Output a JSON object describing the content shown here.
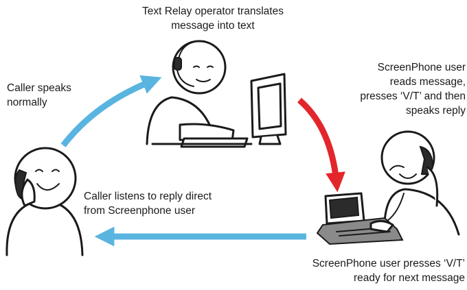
{
  "labels": {
    "operator": [
      "Text Relay operator translates",
      "message into text"
    ],
    "caller_speaks": [
      "Caller speaks",
      "normally"
    ],
    "screenphone_reads": [
      "ScreenPhone user",
      "reads message,",
      "presses ‘V/T’ and then",
      "speaks reply"
    ],
    "caller_listens": [
      "Caller listens to reply direct",
      "from Screenphone user"
    ],
    "screenphone_presses": [
      "ScreenPhone user presses ‘V/T’",
      "ready for next message"
    ]
  },
  "colors": {
    "blue_arrow": "#5ab4e0",
    "red_arrow": "#e3262b",
    "ink": "#1a1a1a"
  },
  "icons": [
    "caller-figure",
    "operator-figure",
    "screenphone-user-figure",
    "computer-monitor-icon",
    "keyboard-icon",
    "screenphone-device-icon",
    "telephone-handset-icon",
    "headset-icon"
  ]
}
